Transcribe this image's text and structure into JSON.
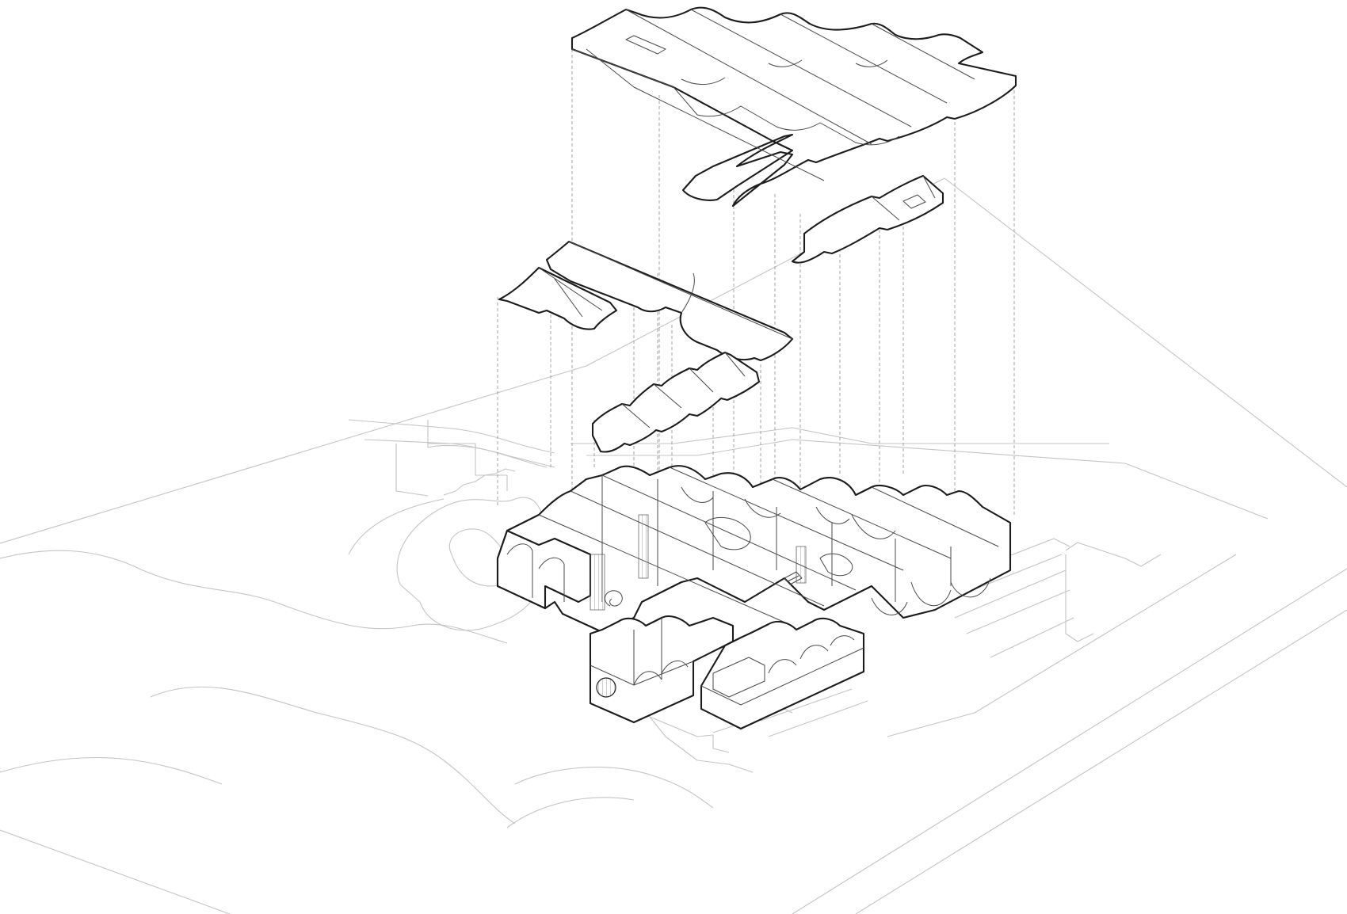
{
  "diagram": {
    "type": "exploded axonometric architectural drawing",
    "labels": [],
    "colors": {
      "background": "#ffffff",
      "outline": "#1c1c1c",
      "detail": "#4a4a4a",
      "site": "#c4c4c4",
      "projection": "#9a9a9a"
    },
    "layers": [
      {
        "name": "upper-roof-layer",
        "roof_pieces": 2,
        "vault_count": 9
      },
      {
        "name": "middle-roof-layer",
        "roof_pieces": 3,
        "vault_count": 8
      },
      {
        "name": "ground-floor-plan",
        "building_wings": 3
      },
      {
        "name": "site-plan"
      }
    ]
  }
}
